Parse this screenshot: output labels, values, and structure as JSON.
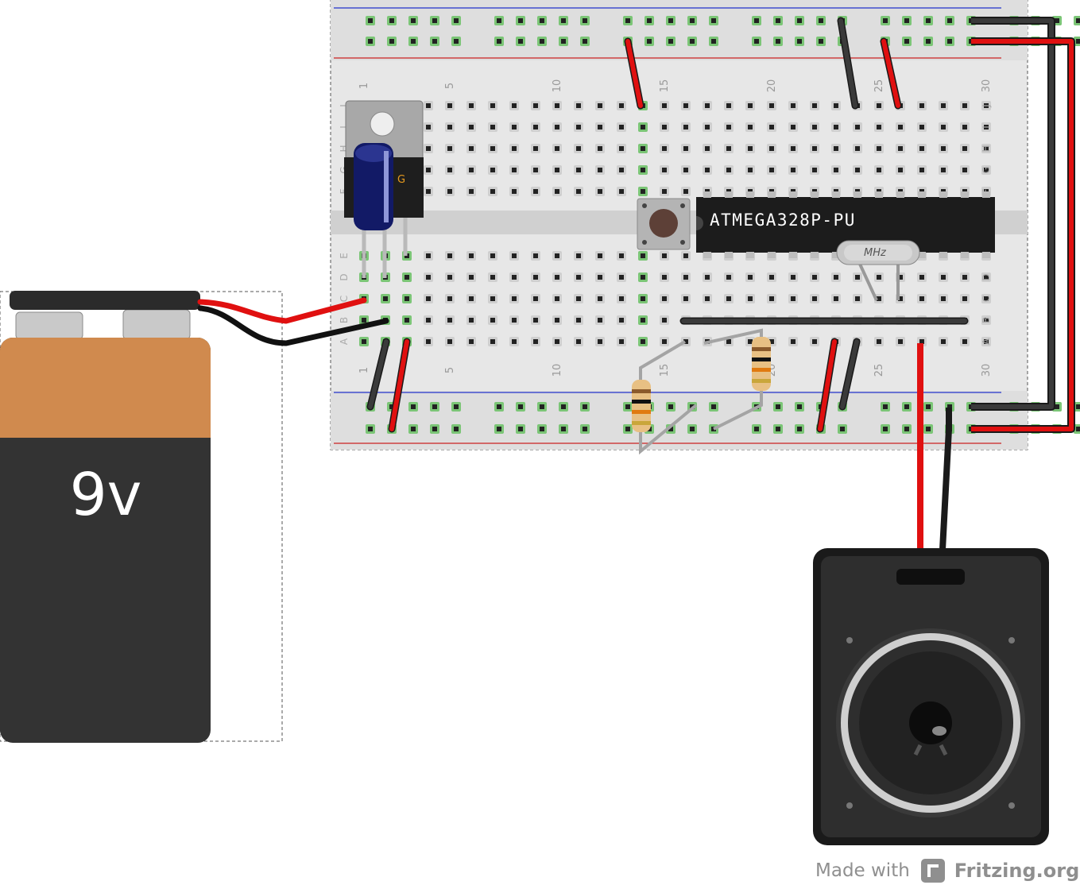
{
  "battery": {
    "label": "9v"
  },
  "ic": {
    "label": "ATMEGA328P-PU"
  },
  "crystal": {
    "label": "MHz"
  },
  "regulator": {
    "mark": "G"
  },
  "breadboard": {
    "column_numbers": [
      "1",
      "5",
      "10",
      "15",
      "20",
      "25",
      "30"
    ],
    "upper_rows": [
      "J",
      "I",
      "H",
      "G",
      "F"
    ],
    "lower_rows": [
      "E",
      "D",
      "C",
      "B",
      "A"
    ]
  },
  "footer": {
    "made_with": "Made with",
    "brand": "Fritzing.org"
  },
  "colors": {
    "wire_red": "#e01010",
    "wire_black": "#2b2b2b",
    "board": "#e6e6e6",
    "hole_green": "#6fbf6a",
    "battery_copper": "#d08a4e",
    "battery_body": "#333333"
  }
}
